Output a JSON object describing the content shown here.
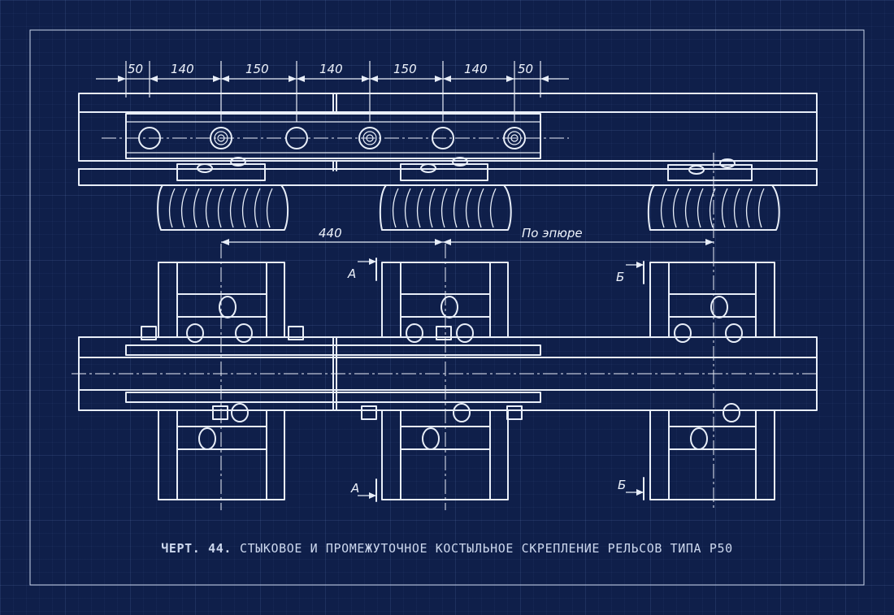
{
  "dimensions_top": [
    "50",
    "140",
    "150",
    "140",
    "150",
    "140",
    "50"
  ],
  "dim_sleeper_spacing": "440",
  "dim_by_diagram": "По эпюре",
  "section_a": "А",
  "section_b": "Б",
  "caption": {
    "number": "ЧЕРТ. 44.",
    "text": "СТЫКОВОЕ И ПРОМЕЖУТОЧНОЕ КОСТЫЛЬНОЕ СКРЕПЛЕНИЕ РЕЛЬСОВ ТИПА Р50"
  }
}
